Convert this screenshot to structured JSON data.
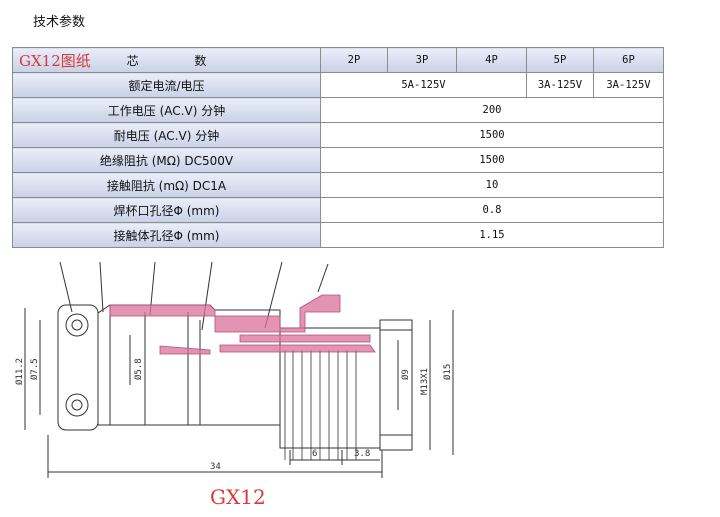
{
  "heading": "技术参数",
  "table": {
    "model": "GX12图纸",
    "core_label": "芯 数",
    "pin_counts": [
      "2P",
      "3P",
      "4P",
      "5P",
      "6P"
    ],
    "rows": [
      {
        "label": "额定电流/电压",
        "values": [
          "5A-125V",
          "3A-125V",
          "3A-125V"
        ]
      },
      {
        "label": "工作电压 (AC.V) 分钟",
        "value": "200"
      },
      {
        "label": "耐电压 (AC.V) 分钟",
        "value": "1500"
      },
      {
        "label": "绝缘阻抗 (MΩ) DC500V",
        "value": "1500"
      },
      {
        "label": "接触阻抗 (mΩ) DC1A",
        "value": "10"
      },
      {
        "label": "焊杯口孔径Φ (mm)",
        "value": "0.8"
      },
      {
        "label": "接触体孔径Φ (mm)",
        "value": "1.15"
      }
    ]
  },
  "drawing": {
    "dims": {
      "d_outer": "Ø11.2",
      "d_inner": "Ø7.5",
      "d_pin": "Ø5.8",
      "d_nut_in": "Ø9",
      "thread": "M13X1",
      "d_nut_out": "Ø15",
      "len_total": "34",
      "len_nut": "6",
      "len_tail": "3.8"
    },
    "colors": {
      "accent": "#d9709a",
      "line": "#333333",
      "caption": "#d63a3a"
    }
  },
  "caption": "GX12"
}
